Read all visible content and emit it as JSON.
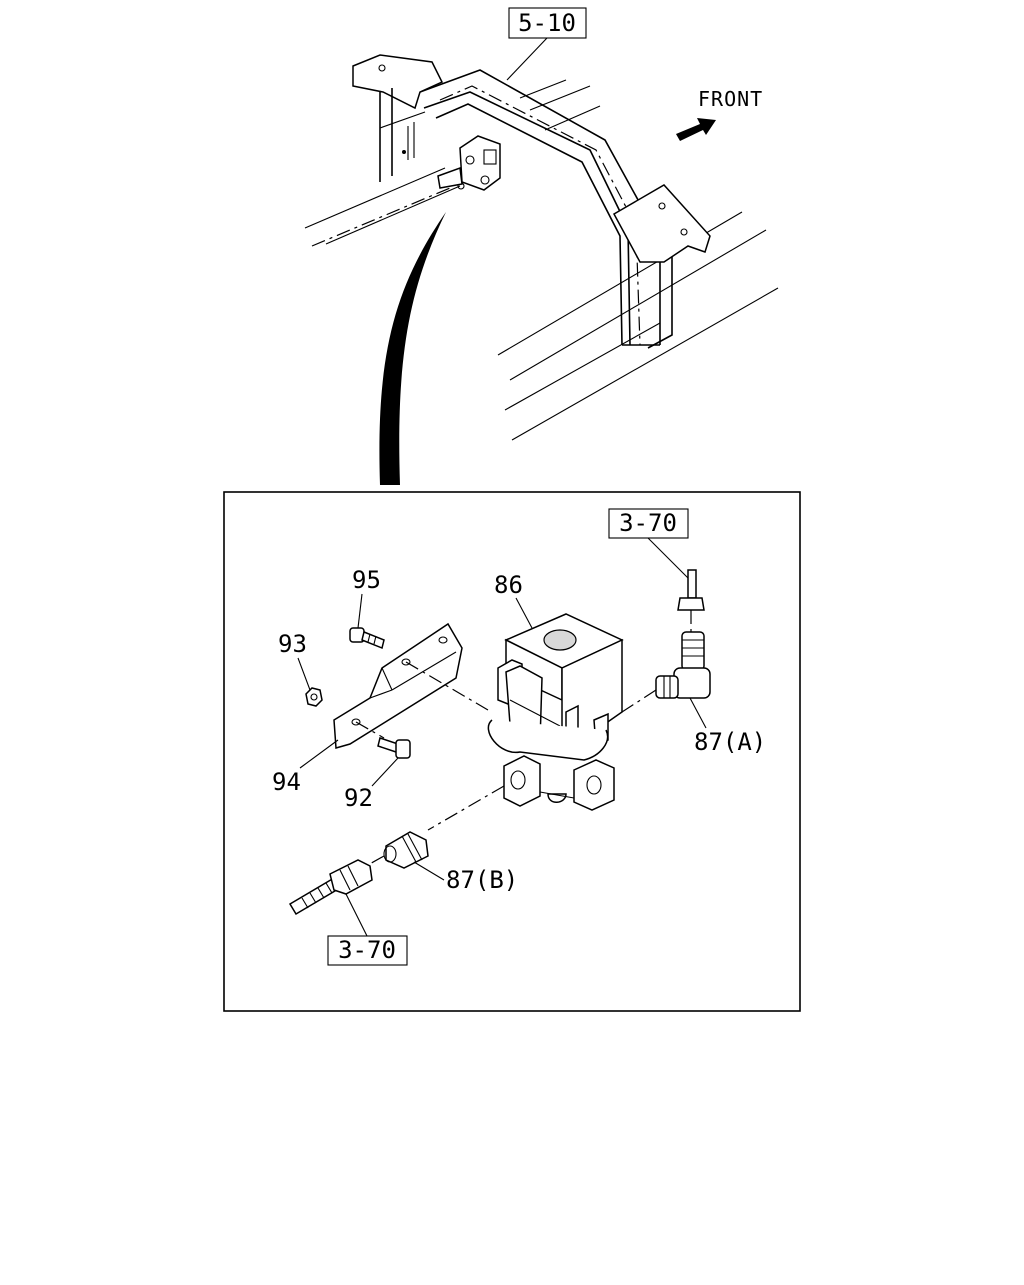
{
  "references": {
    "frame_ref": "5-10",
    "pipe_ref_top": "3-70",
    "pipe_ref_bottom": "3-70"
  },
  "direction_label": "FRONT",
  "callouts": {
    "valve": "86",
    "elbow_fitting": "87(A)",
    "straight_fitting": "87(B)",
    "bolt": "92",
    "nut": "93",
    "bracket": "94",
    "bolt_upper": "95"
  },
  "icons": {
    "direction_arrow": "front-arrow-icon"
  }
}
